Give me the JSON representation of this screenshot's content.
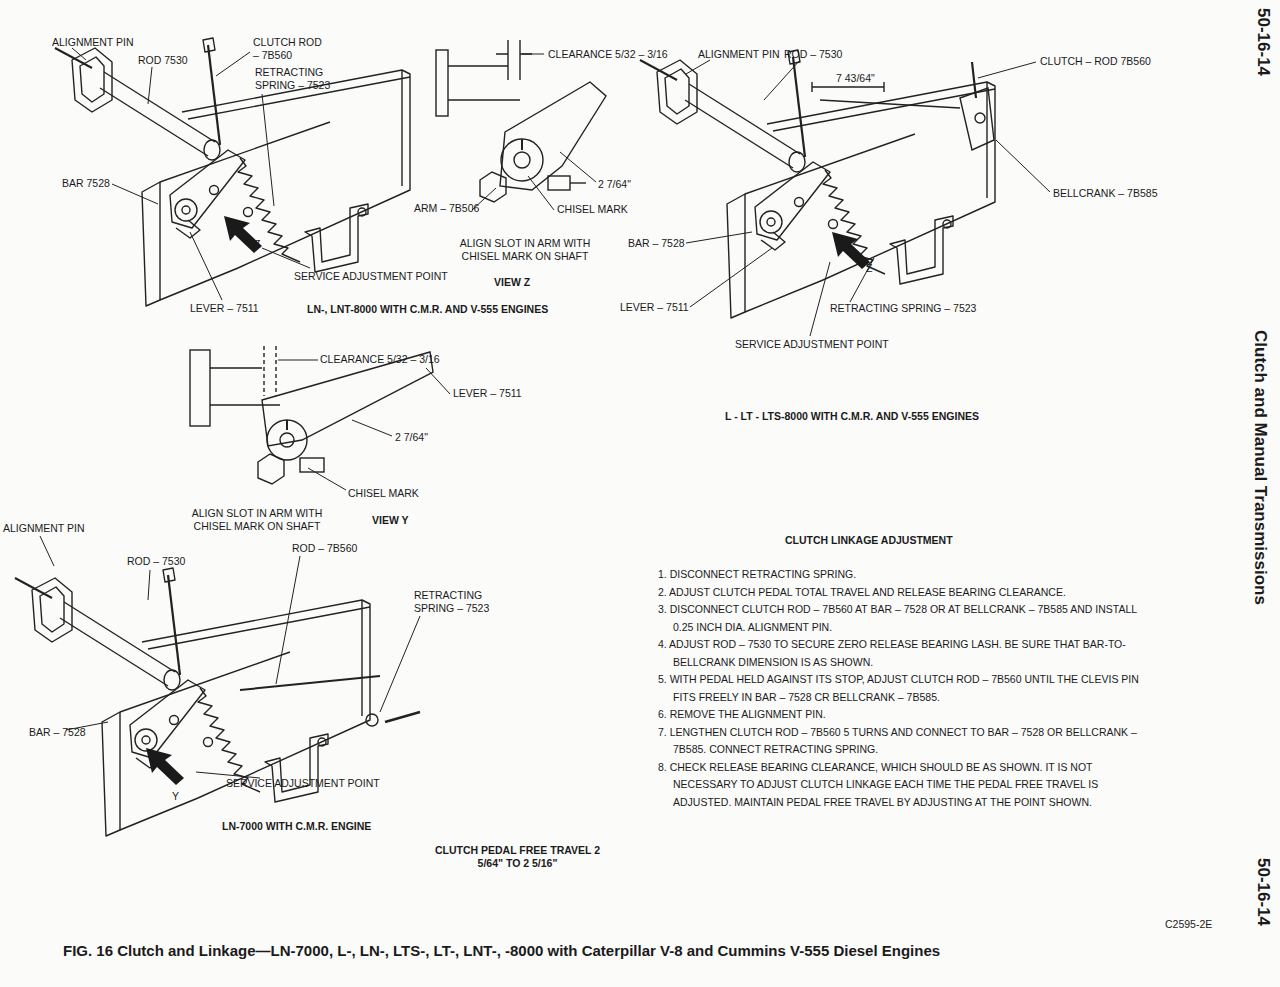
{
  "diagram": {
    "caption": "FIG. 16 Clutch and Linkage—LN-7000, L-, LN-, LTS-, LT-, LNT-, -8000 with Caterpillar V-8 and Cummins V-555 Diesel Engines",
    "labels": [
      "ALIGNMENT PIN",
      "CLUTCH ROD – 7B560",
      "ROD 7530",
      "RETRACTING SPRING – 7523",
      "BAR 7528",
      "Z",
      "SERVICE ADJUSTMENT POINT",
      "LEVER – 7511",
      "LN-, LNT-8000 WITH C.M.R. AND V-555 ENGINES",
      "CLEARANCE 5/32 – 3/16",
      "2 7/64\"",
      "ARM – 7B506",
      "CHISEL MARK",
      "ALIGN SLOT IN ARM WITH CHISEL MARK ON SHAFT",
      "VIEW Z",
      "ALIGNMENT PIN",
      "ROD – 7530",
      "7 43/64\"",
      "CLUTCH – ROD 7B560",
      "BELLCRANK – 7B585",
      "BAR – 7528",
      "Z",
      "LEVER – 7511",
      "RETRACTING SPRING – 7523",
      "SERVICE ADJUSTMENT POINT",
      "L - LT - LTS-8000 WITH C.M.R. AND V-555 ENGINES",
      "CLEARANCE 5/32 – 3/16",
      "LEVER – 7511",
      "2 7/64\"",
      "CHISEL MARK",
      "ALIGN SLOT IN ARM WITH CHISEL MARK ON SHAFT",
      "VIEW Y",
      "ALIGNMENT PIN",
      "ROD – 7530",
      "ROD – 7B560",
      "RETRACTING SPRING – 7523",
      "BAR – 7528",
      "Y",
      "SERVICE ADJUSTMENT POINT",
      "LN-7000 WITH C.M.R. ENGINE",
      "CLUTCH PEDAL FREE TRAVEL 2 5/64\" TO 2 5/16\"",
      "CLUTCH LINKAGE ADJUSTMENT",
      "1. DISCONNECT RETRACTING SPRING.",
      "2. ADJUST CLUTCH PEDAL TOTAL TRAVEL AND RELEASE BEARING CLEARANCE.",
      "3. DISCONNECT CLUTCH ROD – 7B560 AT BAR – 7528 OR AT BELLCRANK – 7B585 AND INSTALL 0.25 INCH DIA. ALIGNMENT PIN.",
      "4. ADJUST ROD – 7530 TO SECURE ZERO RELEASE BEARING LASH. BE SURE THAT BAR-TO-BELLCRANK DIMENSION IS AS SHOWN.",
      "5. WITH PEDAL HELD AGAINST ITS STOP, ADJUST CLUTCH ROD – 7B560 UNTIL THE CLEVIS PIN FITS FREELY IN BAR – 7528 CR BELLCRANK – 7B585.",
      "6. REMOVE THE ALIGNMENT PIN.",
      "7. LENGTHEN CLUTCH ROD – 7B560 5 TURNS AND CONNECT TO BAR – 7528 OR BELLCRANK – 7B585. CONNECT RETRACTING SPRING.",
      "8. CHECK RELEASE BEARING CLEARANCE, WHICH SHOULD BE AS SHOWN. IT IS NOT NECESSARY TO ADJUST CLUTCH LINKAGE EACH TIME THE PEDAL FREE TRAVEL IS ADJUSTED. MAINTAIN PEDAL FREE TRAVEL BY ADJUSTING AT THE POINT SHOWN.",
      "C2595-2E",
      "50-16-14",
      "Clutch and Manual Transmissions",
      "50-16-14"
    ]
  }
}
